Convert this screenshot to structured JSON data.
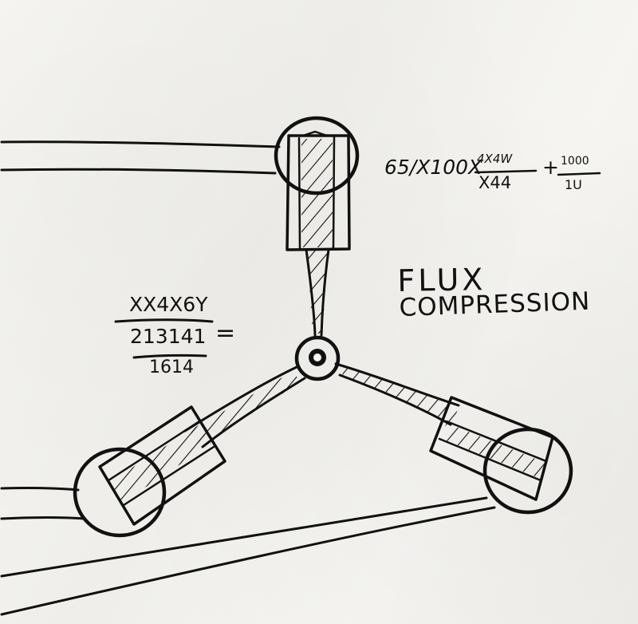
{
  "title": {
    "line1": "FLUX",
    "line2": "COMPRESSION"
  },
  "formula_top_right": {
    "lead": "65/X100X",
    "fraction_numerator": "4X4W",
    "fraction_denominator": "X44",
    "plus": "+",
    "fraction2_numerator": "1000",
    "fraction2_denominator": "1U"
  },
  "formula_left": {
    "numerator": "XX4X6Y",
    "middle": "213141",
    "equals": "=",
    "denominator": "1614"
  },
  "colors": {
    "ink": "#111111",
    "paper": "#f4f3f0"
  }
}
